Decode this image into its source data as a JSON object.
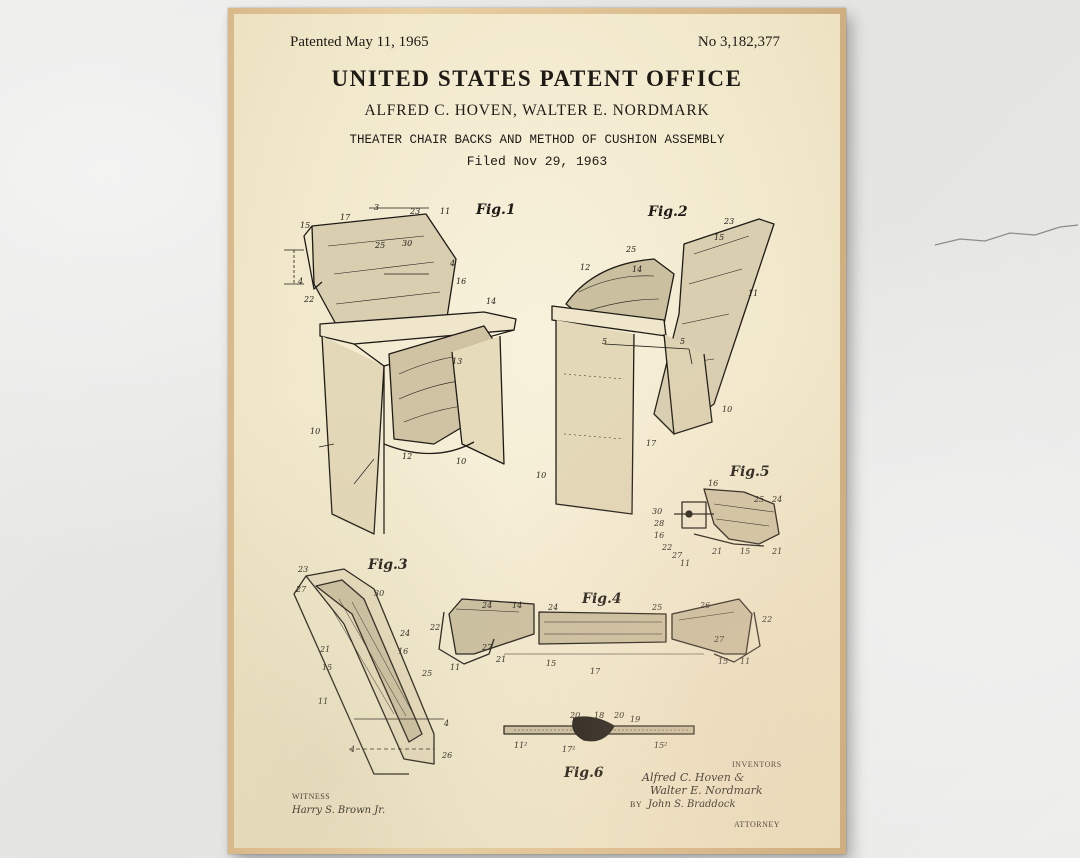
{
  "header": {
    "patented": "Patented May 11, 1965",
    "number": "No 3,182,377",
    "office": "UNITED STATES PATENT OFFICE",
    "inventors_line": "ALFRED C. HOVEN, WALTER E. NORDMARK",
    "subject": "THEATER CHAIR BACKS AND METHOD OF CUSHION ASSEMBLY",
    "filed": "Filed Nov 29, 1963"
  },
  "figures": {
    "fig1": "Fig.1",
    "fig2": "Fig.2",
    "fig3": "Fig.3",
    "fig4": "Fig.4",
    "fig5": "Fig.5",
    "fig6": "Fig.6"
  },
  "footer": {
    "inventors_label": "INVENTORS",
    "inventor_1": "Alfred C. Hoven &",
    "inventor_2": "Walter E. Nordmark",
    "by_label": "BY",
    "attorney_signature": "John S. Braddock",
    "attorney_label": "ATTORNEY",
    "witness_label": "WITNESS",
    "witness_signature": "Harry S. Brown Jr."
  },
  "colors": {
    "paper": "#f3ead0",
    "ink": "#1e1b16",
    "frame": "#dcbd8f"
  }
}
